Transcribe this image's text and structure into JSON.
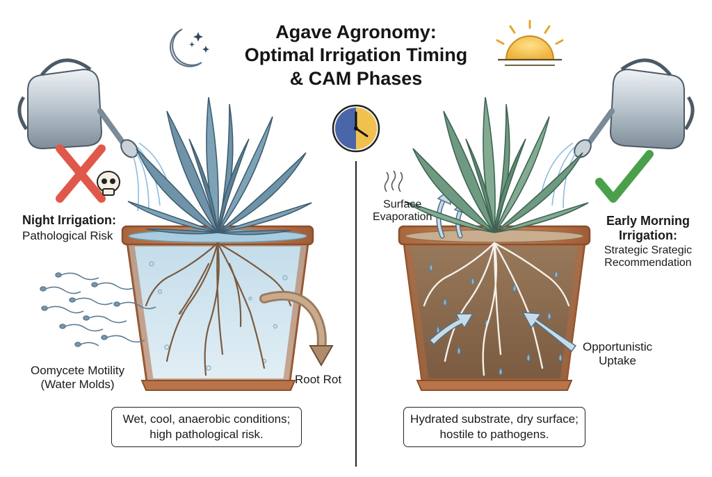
{
  "title": {
    "line1": "Agave Agronomy:",
    "line2": "Optimal Irrigation Timing",
    "line3": "& CAM Phases"
  },
  "left_panel": {
    "heading": "Night Irrigation:",
    "subheading": "Pathological Risk",
    "oomycete_label_line1": "Oomycete Motility",
    "oomycete_label_line2": "(Water Molds)",
    "root_rot_label": "Root Rot",
    "caption_line1": "Wet, cool, anaerobic conditions;",
    "caption_line2": "high pathological risk."
  },
  "right_panel": {
    "heading_line1": "Early Morning",
    "heading_line2": "Irrigation:",
    "subheading_line1": "Strategic Srategic",
    "subheading_line2": "Recommendation",
    "evaporation_label_line1": "Surface",
    "evaporation_label_line2": "Evaporation",
    "uptake_label_line1": "Opportunistic",
    "uptake_label_line2": "Uptake",
    "caption_line1": "Hydrated substrate, dry surface;",
    "caption_line2": "hostile to pathogens."
  },
  "icons": {
    "left": [
      "moon-stars-icon",
      "watering-can-icon",
      "red-x-icon",
      "skull-icon"
    ],
    "right": [
      "sun-icon",
      "watering-can-icon",
      "green-check-icon"
    ],
    "center": "clock-icon"
  },
  "colors": {
    "agave_left": "#6f93a8",
    "agave_right": "#6f9a82",
    "pot": "#c07a4c",
    "water": "#cfe4ee",
    "soil": "#8b6a4e",
    "sun": "#f2c453",
    "red_x": "#e0584a",
    "green_check": "#4aa04a"
  }
}
